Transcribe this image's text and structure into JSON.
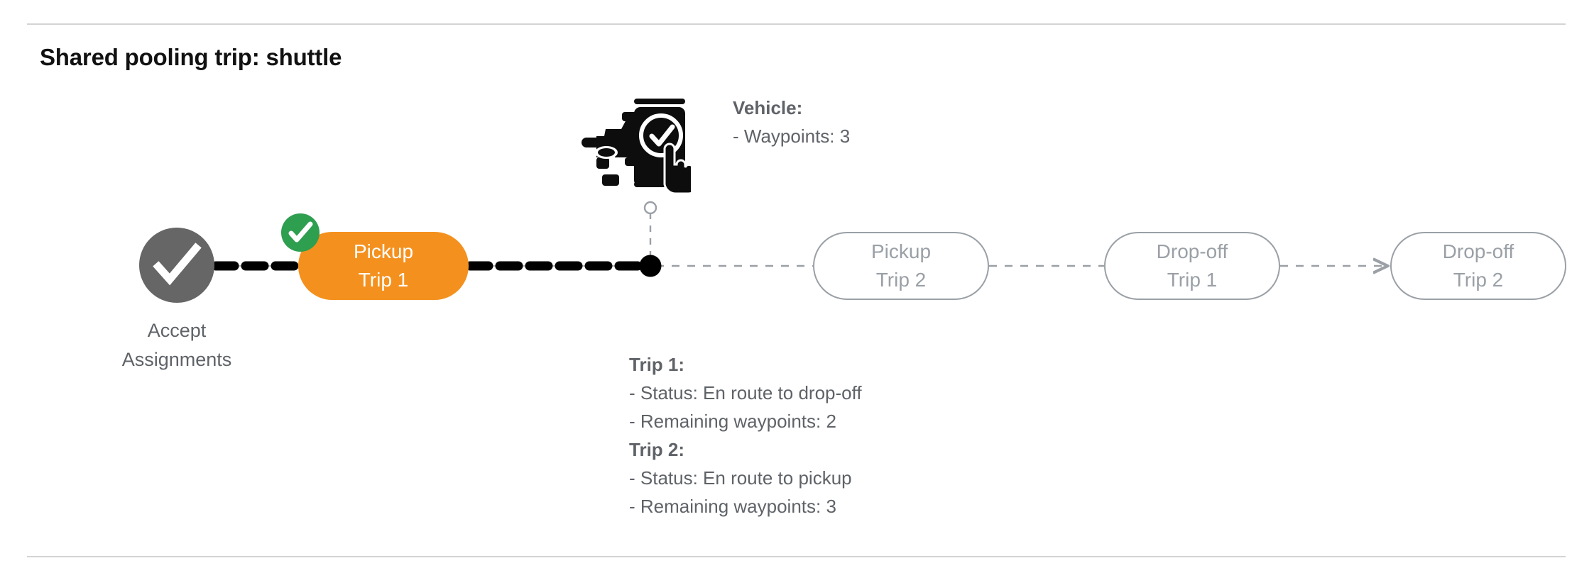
{
  "page": {
    "title": "Shared pooling trip: shuttle"
  },
  "colors": {
    "orange": "#F4911E",
    "green": "#2E9E4F",
    "gray_node": "#666666",
    "outline": "#9aa0a6",
    "text_gray": "#5f6368",
    "divider": "#d4d4d4"
  },
  "flow": {
    "start": {
      "icon": "check-circle-icon",
      "label_line1": "Accept",
      "label_line2": "Assignments",
      "state": "completed"
    },
    "nodes": [
      {
        "id": "pickup-trip-1",
        "line1": "Pickup",
        "line2": "Trip 1",
        "state": "completed",
        "badge": "check-badge-icon"
      },
      {
        "id": "pickup-trip-2",
        "line1": "Pickup",
        "line2": "Trip 2",
        "state": "pending"
      },
      {
        "id": "dropoff-trip-1",
        "line1": "Drop-off",
        "line2": "Trip 1",
        "state": "pending"
      },
      {
        "id": "dropoff-trip-2",
        "line1": "Drop-off",
        "line2": "Trip 2",
        "state": "pending"
      }
    ],
    "vehicle_marker": {
      "icon": "vehicle-checkin-icon",
      "position_label": "current vehicle position"
    }
  },
  "vehicle": {
    "heading": "Vehicle",
    "heading_colon": ":",
    "waypoints_line": "- Waypoints: 3"
  },
  "trips": {
    "trip1": {
      "heading": "Trip 1",
      "heading_colon": ":",
      "status_line": "- Status:  En route to drop-off",
      "waypoints_line": "- Remaining waypoints: 2"
    },
    "trip2": {
      "heading": "Trip 2",
      "heading_colon": ":",
      "status_line": "- Status:  En route to pickup",
      "waypoints_line": "- Remaining waypoints: 3"
    }
  }
}
